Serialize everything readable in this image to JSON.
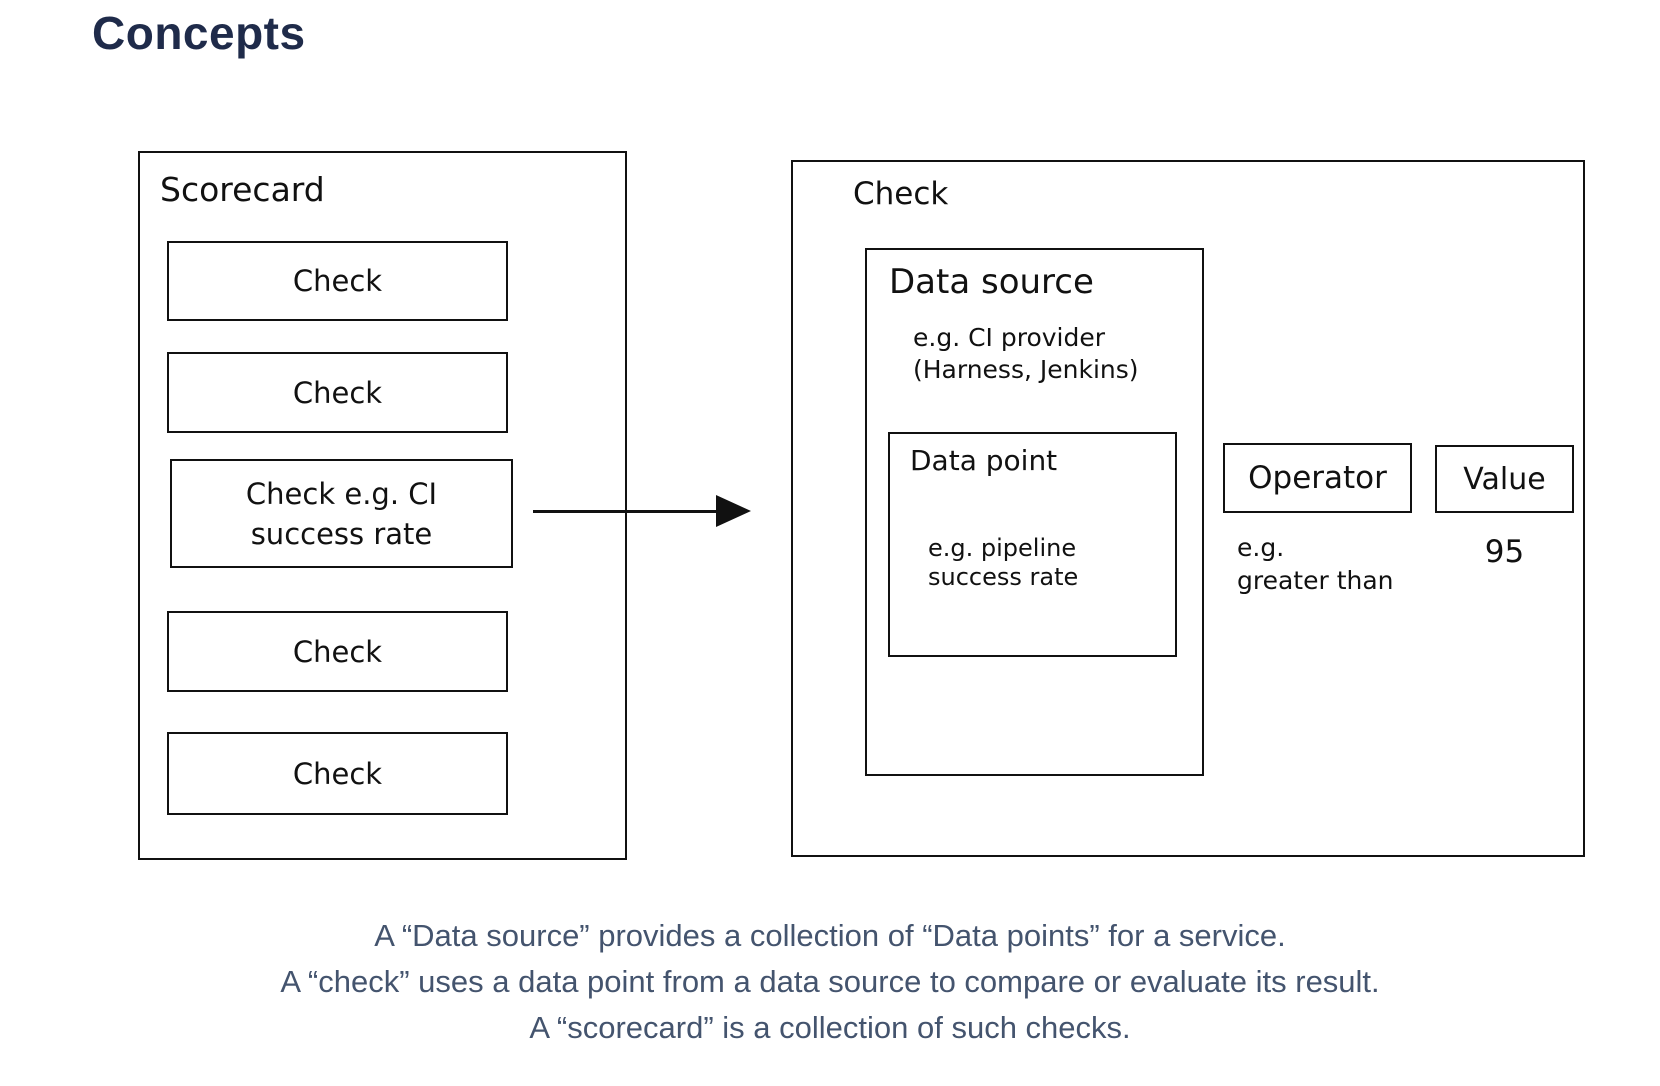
{
  "title": "Concepts",
  "scorecard": {
    "label": "Scorecard",
    "checks": [
      "Check",
      "Check",
      "Check e.g. CI\nsuccess rate",
      "Check",
      "Check"
    ]
  },
  "check_panel": {
    "label": "Check",
    "data_source": {
      "label": "Data source",
      "example": "e.g. CI provider\n(Harness, Jenkins)",
      "data_point": {
        "label": "Data point",
        "example": "e.g. pipeline\nsuccess rate"
      }
    },
    "operator": {
      "label": "Operator",
      "example": "e.g.\ngreater than"
    },
    "value": {
      "label": "Value",
      "example": "95"
    }
  },
  "caption_lines": [
    "A “Data source” provides a collection of “Data points” for a service.",
    "A “check” uses a data point from a data source to compare or evaluate its result.",
    "A “scorecard” is a collection of such checks."
  ],
  "colors": {
    "title": "#1f2b4a",
    "caption": "#44546e",
    "stroke": "#111111"
  }
}
